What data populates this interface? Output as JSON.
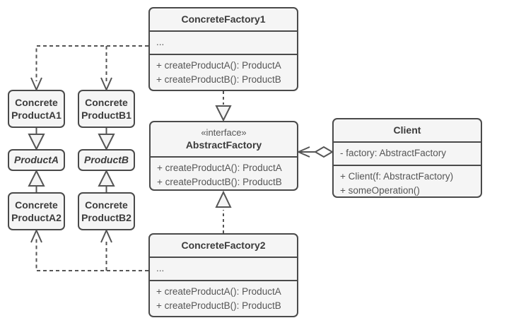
{
  "diagram": {
    "type": "uml-class-diagram",
    "title": "Abstract Factory pattern class diagram",
    "colors": {
      "background": "#ffffff",
      "box_fill": "#f5f5f5",
      "box_border": "#4a4a4a",
      "title_text": "#3b3b3b",
      "member_text": "#555555",
      "edge": "#555555"
    }
  },
  "classes": {
    "concrete_factory_1": {
      "name": "ConcreteFactory1",
      "attributes": [
        "..."
      ],
      "operations": [
        "+ createProductA(): ProductA",
        "+ createProductB(): ProductB"
      ]
    },
    "abstract_factory": {
      "stereotype": "«interface»",
      "name": "AbstractFactory",
      "operations": [
        "+ createProductA(): ProductA",
        "+ createProductB(): ProductB"
      ]
    },
    "concrete_factory_2": {
      "name": "ConcreteFactory2",
      "attributes": [
        "..."
      ],
      "operations": [
        "+ createProductA(): ProductA",
        "+ createProductB(): ProductB"
      ]
    },
    "client": {
      "name": "Client",
      "attributes": [
        "- factory: AbstractFactory"
      ],
      "operations": [
        "+ Client(f: AbstractFactory)",
        "+ someOperation()"
      ]
    },
    "concrete_product_a1": {
      "line1": "Concrete",
      "line2": "ProductA1"
    },
    "product_a": {
      "name": "ProductA",
      "abstract": true
    },
    "concrete_product_a2": {
      "line1": "Concrete",
      "line2": "ProductA2"
    },
    "concrete_product_b1": {
      "line1": "Concrete",
      "line2": "ProductB1"
    },
    "product_b": {
      "name": "ProductB",
      "abstract": true
    },
    "concrete_product_b2": {
      "line1": "Concrete",
      "line2": "ProductB2"
    }
  },
  "relationships": [
    {
      "kind": "realization",
      "from": "ConcreteFactory1",
      "to": "AbstractFactory",
      "line": "dashed",
      "arrow": "hollow-triangle"
    },
    {
      "kind": "realization",
      "from": "ConcreteFactory2",
      "to": "AbstractFactory",
      "line": "dashed",
      "arrow": "hollow-triangle"
    },
    {
      "kind": "generalization",
      "from": "ConcreteProductA1",
      "to": "ProductA",
      "line": "solid",
      "arrow": "hollow-triangle"
    },
    {
      "kind": "generalization",
      "from": "ConcreteProductA2",
      "to": "ProductA",
      "line": "solid",
      "arrow": "hollow-triangle"
    },
    {
      "kind": "generalization",
      "from": "ConcreteProductB1",
      "to": "ProductB",
      "line": "solid",
      "arrow": "hollow-triangle"
    },
    {
      "kind": "generalization",
      "from": "ConcreteProductB2",
      "to": "ProductB",
      "line": "solid",
      "arrow": "hollow-triangle"
    },
    {
      "kind": "dependency",
      "from": "ConcreteFactory1",
      "to": "ConcreteProductA1",
      "line": "dashed",
      "arrow": "open"
    },
    {
      "kind": "dependency",
      "from": "ConcreteFactory1",
      "to": "ConcreteProductB1",
      "line": "dashed",
      "arrow": "open"
    },
    {
      "kind": "dependency",
      "from": "ConcreteFactory2",
      "to": "ConcreteProductA2",
      "line": "dashed",
      "arrow": "open"
    },
    {
      "kind": "dependency",
      "from": "ConcreteFactory2",
      "to": "ConcreteProductB2",
      "line": "dashed",
      "arrow": "open"
    },
    {
      "kind": "aggregation",
      "from": "Client",
      "to": "AbstractFactory",
      "line": "solid",
      "arrow": "open",
      "source_decoration": "hollow-diamond"
    }
  ]
}
